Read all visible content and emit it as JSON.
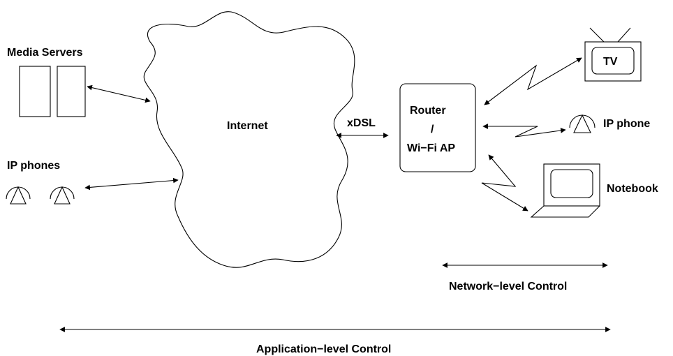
{
  "labels": {
    "media_servers": "Media Servers",
    "internet": "Internet",
    "ip_phones": "IP phones",
    "xdsl": "xDSL",
    "router_line1": "Router",
    "router_line2": "/",
    "router_line3": "Wi−Fi AP",
    "tv": "TV",
    "ip_phone": "IP phone",
    "notebook": "Notebook",
    "network_control": "Network−level Control",
    "application_control": "Application−level Control"
  },
  "colors": {
    "stroke": "#000000",
    "background": "#ffffff"
  }
}
